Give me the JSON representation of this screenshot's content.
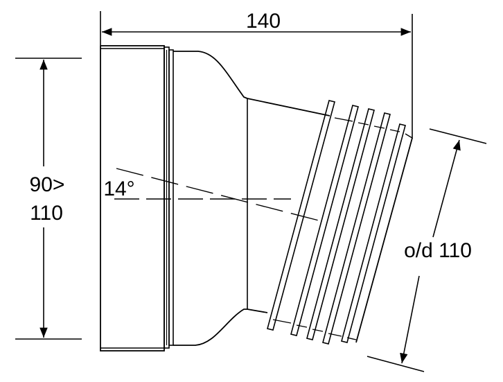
{
  "dimensions": {
    "overall_length": "140",
    "inlet_range_top": "90>",
    "inlet_range_bottom": "110",
    "angle": "14°",
    "outlet_diameter": "o/d 110"
  }
}
